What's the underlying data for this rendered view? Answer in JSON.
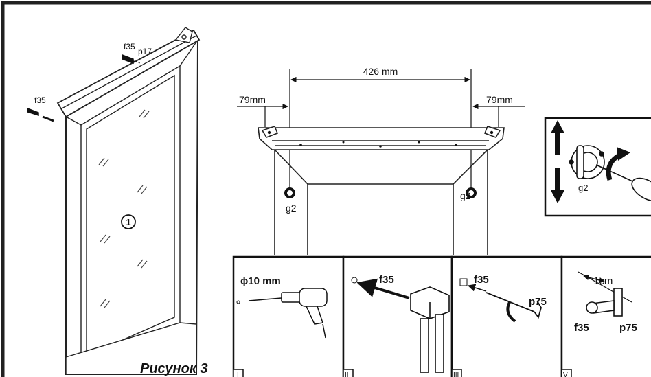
{
  "labels": {
    "mirror_number": "1",
    "screw_top": "f35",
    "plug_top": "p17",
    "screw_left": "f35",
    "total_spacing": "426 mm",
    "left_offset": "79mm",
    "right_offset": "79mm",
    "hole_left": "g2",
    "hole_right": "g2",
    "detail_hole": "g2",
    "figure_caption": "Рисунок 3"
  },
  "steps": [
    {
      "roman": "I",
      "text": "ϕ10 mm"
    },
    {
      "roman": "II",
      "text": "f35"
    },
    {
      "roman": "III",
      "text": "f35",
      "text2": "p75"
    },
    {
      "roman": "V",
      "text": "1cm",
      "text2": "f35",
      "text3": "p75"
    }
  ],
  "colors": {
    "ink": "#111111",
    "frame": "#222222",
    "bg": "#ffffff"
  }
}
